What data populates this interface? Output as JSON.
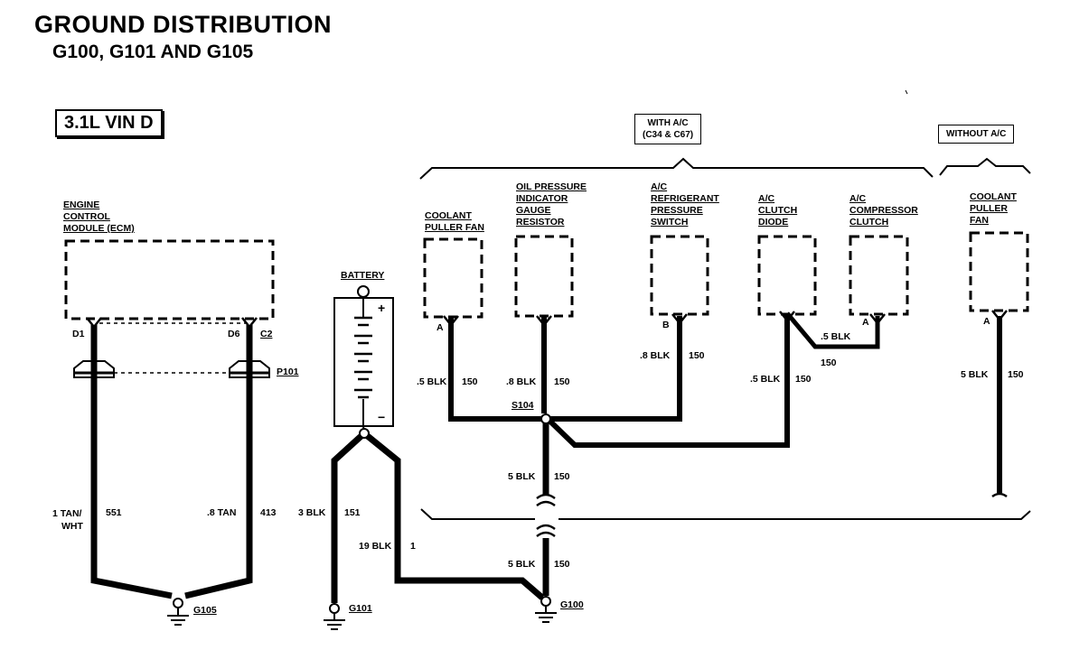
{
  "title": "GROUND DISTRIBUTION",
  "subtitle": "G100, G101 AND G105",
  "engine": "3.1L  VIN D",
  "groups": {
    "with_ac": [
      "WITH A/C",
      "(C34 & C67)"
    ],
    "without_ac": "WITHOUT A/C"
  },
  "components": {
    "ecm": [
      "ENGINE",
      "CONTROL",
      "MODULE (ECM)"
    ],
    "battery": "BATTERY",
    "coolant_fan": [
      "COOLANT",
      "PULLER FAN"
    ],
    "oil_pressure": [
      "OIL PRESSURE",
      "INDICATOR",
      "GAUGE",
      "RESISTOR"
    ],
    "ac_refrig": [
      "A/C",
      "REFRIGERANT",
      "PRESSURE",
      "SWITCH"
    ],
    "ac_diode": [
      "A/C",
      "CLUTCH",
      "DIODE"
    ],
    "ac_compressor": [
      "A/C",
      "COMPRESSOR",
      "CLUTCH"
    ],
    "coolant_fan_noac": [
      "COOLANT",
      "PULLER",
      "FAN"
    ]
  },
  "pins": {
    "d1": "D1",
    "d6": "D6",
    "c2": "C2",
    "a1": "A",
    "b": "B",
    "a2": "A",
    "a3": "A"
  },
  "connectors": {
    "p101": "P101",
    "s104": "S104"
  },
  "grounds": {
    "g105": "G105",
    "g101": "G101",
    "g100": "G100"
  },
  "battery_terms": {
    "pos": "+",
    "neg": "−"
  },
  "wires": {
    "ecm_d1": [
      "1 TAN/",
      "WHT",
      "551"
    ],
    "ecm_d6": [
      ".8 TAN",
      "413"
    ],
    "batt_g101": [
      "3 BLK",
      "151"
    ],
    "batt_g100": [
      "19 BLK",
      "1"
    ],
    "fan": [
      ".5 BLK",
      "150"
    ],
    "oil": [
      ".8 BLK",
      "150"
    ],
    "refrig": [
      ".8 BLK",
      "150"
    ],
    "diode": [
      ".5 BLK",
      "150"
    ],
    "comp": [
      ".5 BLK",
      "150"
    ],
    "trunk_upper": [
      "5 BLK",
      "150"
    ],
    "trunk_lower": [
      "5 BLK",
      "150"
    ],
    "fan_noac": [
      "5 BLK",
      "150"
    ]
  }
}
